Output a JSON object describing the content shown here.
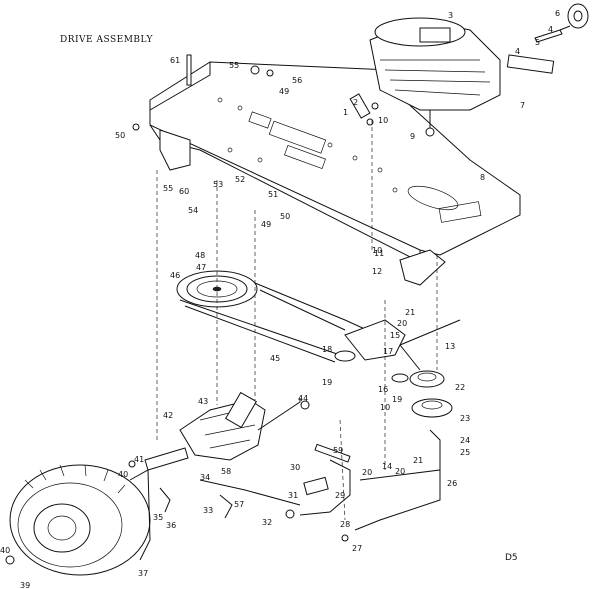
{
  "title": "DRIVE ASSEMBLY",
  "page_code": "D5",
  "callouts": [
    {
      "id": "c1",
      "text": "1"
    },
    {
      "id": "c2",
      "text": "2"
    },
    {
      "id": "c3",
      "text": "3"
    },
    {
      "id": "c4a",
      "text": "4"
    },
    {
      "id": "c4b",
      "text": "4"
    },
    {
      "id": "c5",
      "text": "5"
    },
    {
      "id": "c6",
      "text": "6"
    },
    {
      "id": "c7",
      "text": "7"
    },
    {
      "id": "c8",
      "text": "8"
    },
    {
      "id": "c9",
      "text": "9"
    },
    {
      "id": "c10a",
      "text": "10"
    },
    {
      "id": "c10b",
      "text": "10"
    },
    {
      "id": "c10c",
      "text": "10"
    },
    {
      "id": "c11",
      "text": "11"
    },
    {
      "id": "c12",
      "text": "12"
    },
    {
      "id": "c13",
      "text": "13"
    },
    {
      "id": "c14",
      "text": "14"
    },
    {
      "id": "c15",
      "text": "15"
    },
    {
      "id": "c16",
      "text": "16"
    },
    {
      "id": "c17",
      "text": "17"
    },
    {
      "id": "c18",
      "text": "18"
    },
    {
      "id": "c19a",
      "text": "19"
    },
    {
      "id": "c19b",
      "text": "19"
    },
    {
      "id": "c20a",
      "text": "20"
    },
    {
      "id": "c20b",
      "text": "20"
    },
    {
      "id": "c20c",
      "text": "20"
    },
    {
      "id": "c21a",
      "text": "21"
    },
    {
      "id": "c21b",
      "text": "21"
    },
    {
      "id": "c22",
      "text": "22"
    },
    {
      "id": "c23",
      "text": "23"
    },
    {
      "id": "c24",
      "text": "24"
    },
    {
      "id": "c25",
      "text": "25"
    },
    {
      "id": "c26",
      "text": "26"
    },
    {
      "id": "c27",
      "text": "27"
    },
    {
      "id": "c28",
      "text": "28"
    },
    {
      "id": "c29",
      "text": "29"
    },
    {
      "id": "c30",
      "text": "30"
    },
    {
      "id": "c31",
      "text": "31"
    },
    {
      "id": "c32",
      "text": "32"
    },
    {
      "id": "c33",
      "text": "33"
    },
    {
      "id": "c34",
      "text": "34"
    },
    {
      "id": "c35",
      "text": "35"
    },
    {
      "id": "c36",
      "text": "36"
    },
    {
      "id": "c37",
      "text": "37"
    },
    {
      "id": "c39",
      "text": "39"
    },
    {
      "id": "c40a",
      "text": "40"
    },
    {
      "id": "c40b",
      "text": "40"
    },
    {
      "id": "c41",
      "text": "41"
    },
    {
      "id": "c42",
      "text": "42"
    },
    {
      "id": "c43",
      "text": "43"
    },
    {
      "id": "c44",
      "text": "44"
    },
    {
      "id": "c45",
      "text": "45"
    },
    {
      "id": "c46",
      "text": "46"
    },
    {
      "id": "c47",
      "text": "47"
    },
    {
      "id": "c48",
      "text": "48"
    },
    {
      "id": "c49a",
      "text": "49"
    },
    {
      "id": "c49b",
      "text": "49"
    },
    {
      "id": "c50a",
      "text": "50"
    },
    {
      "id": "c50b",
      "text": "50"
    },
    {
      "id": "c51",
      "text": "51"
    },
    {
      "id": "c52",
      "text": "52"
    },
    {
      "id": "c53",
      "text": "53"
    },
    {
      "id": "c54",
      "text": "54"
    },
    {
      "id": "c55a",
      "text": "55"
    },
    {
      "id": "c55b",
      "text": "55"
    },
    {
      "id": "c56",
      "text": "56"
    },
    {
      "id": "c57",
      "text": "57"
    },
    {
      "id": "c58",
      "text": "58"
    },
    {
      "id": "c59",
      "text": "59"
    },
    {
      "id": "c60",
      "text": "60"
    },
    {
      "id": "c61",
      "text": "61"
    }
  ]
}
